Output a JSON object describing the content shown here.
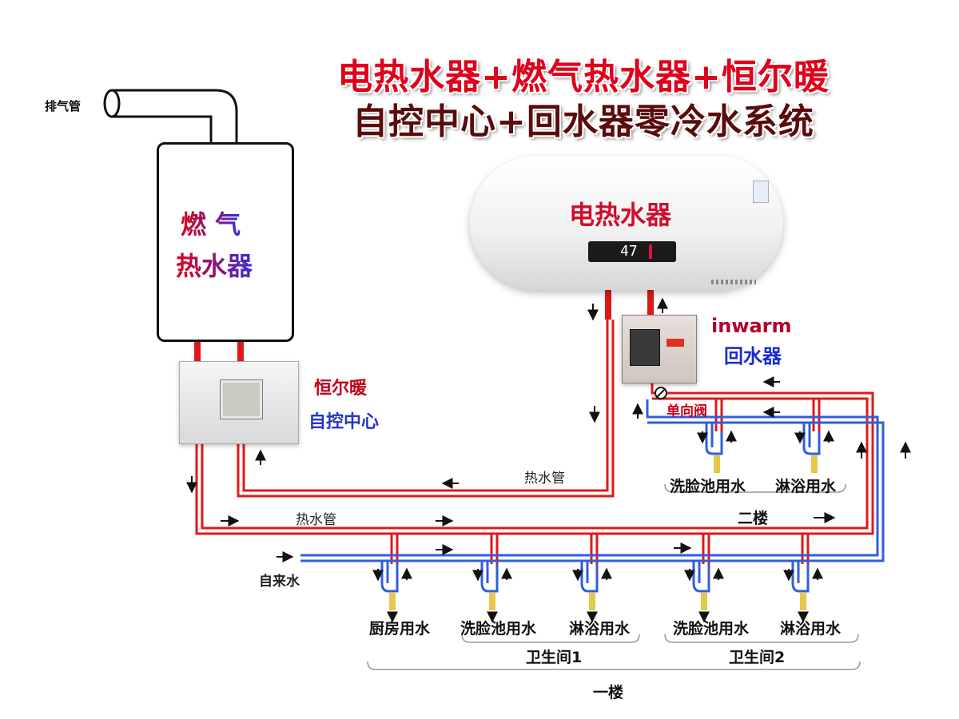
{
  "title": {
    "line1": "电热水器+燃气热水器+恒尔暖",
    "line2": "自控中心+回水器零冷水系统"
  },
  "gas_heater": {
    "pipe_label": "排气管",
    "name_line1": "燃  气",
    "name_line2": "热水器"
  },
  "electric_heater": {
    "name": "电热水器",
    "display_temp": "47"
  },
  "control_center": {
    "line1": "恒尔暖",
    "line2": "自控中心"
  },
  "recirculator": {
    "brand": "inwarm",
    "name": "回水器"
  },
  "valve": {
    "label": "单向阀"
  },
  "pipes": {
    "hot_upper": "热水管",
    "hot_lower": "热水管",
    "inlet": "自来水"
  },
  "second_floor": {
    "label": "二楼",
    "fixtures": [
      "洗脸池用水",
      "淋浴用水"
    ]
  },
  "first_floor": {
    "label": "一楼",
    "fixtures": [
      "厨房用水",
      "洗脸池用水",
      "淋浴用水",
      "洗脸池用水",
      "淋浴用水"
    ],
    "groups": [
      "卫生间1",
      "卫生间2"
    ]
  },
  "colors": {
    "hot_pipe": "#e01818",
    "cold_pipe": "#2f5fd8",
    "title_red": "#e0001b",
    "title_dark": "#5a0c0c"
  }
}
